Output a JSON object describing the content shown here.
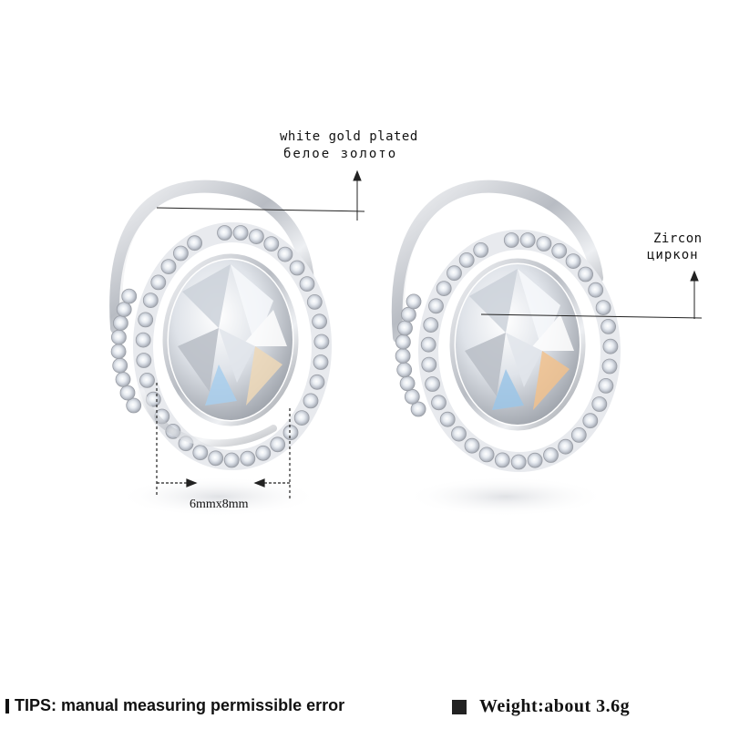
{
  "annotations": {
    "material_en": "white gold plated",
    "material_ru": "белое золото",
    "stone_en": "Zircon",
    "stone_ru": "циркон",
    "size": "6mmx8mm"
  },
  "footer": {
    "tips": "TIPS: manual measuring permissible error",
    "weight": "Weight:about 3.6g"
  },
  "colors": {
    "metal": "#c9ccd2",
    "metal_dark": "#8d9198",
    "stone_highlight": "#f3f6fb",
    "stone_tint_blue": "#9cc6e8",
    "stone_tint_orange": "#f2b36a",
    "guide_line": "#222222"
  }
}
